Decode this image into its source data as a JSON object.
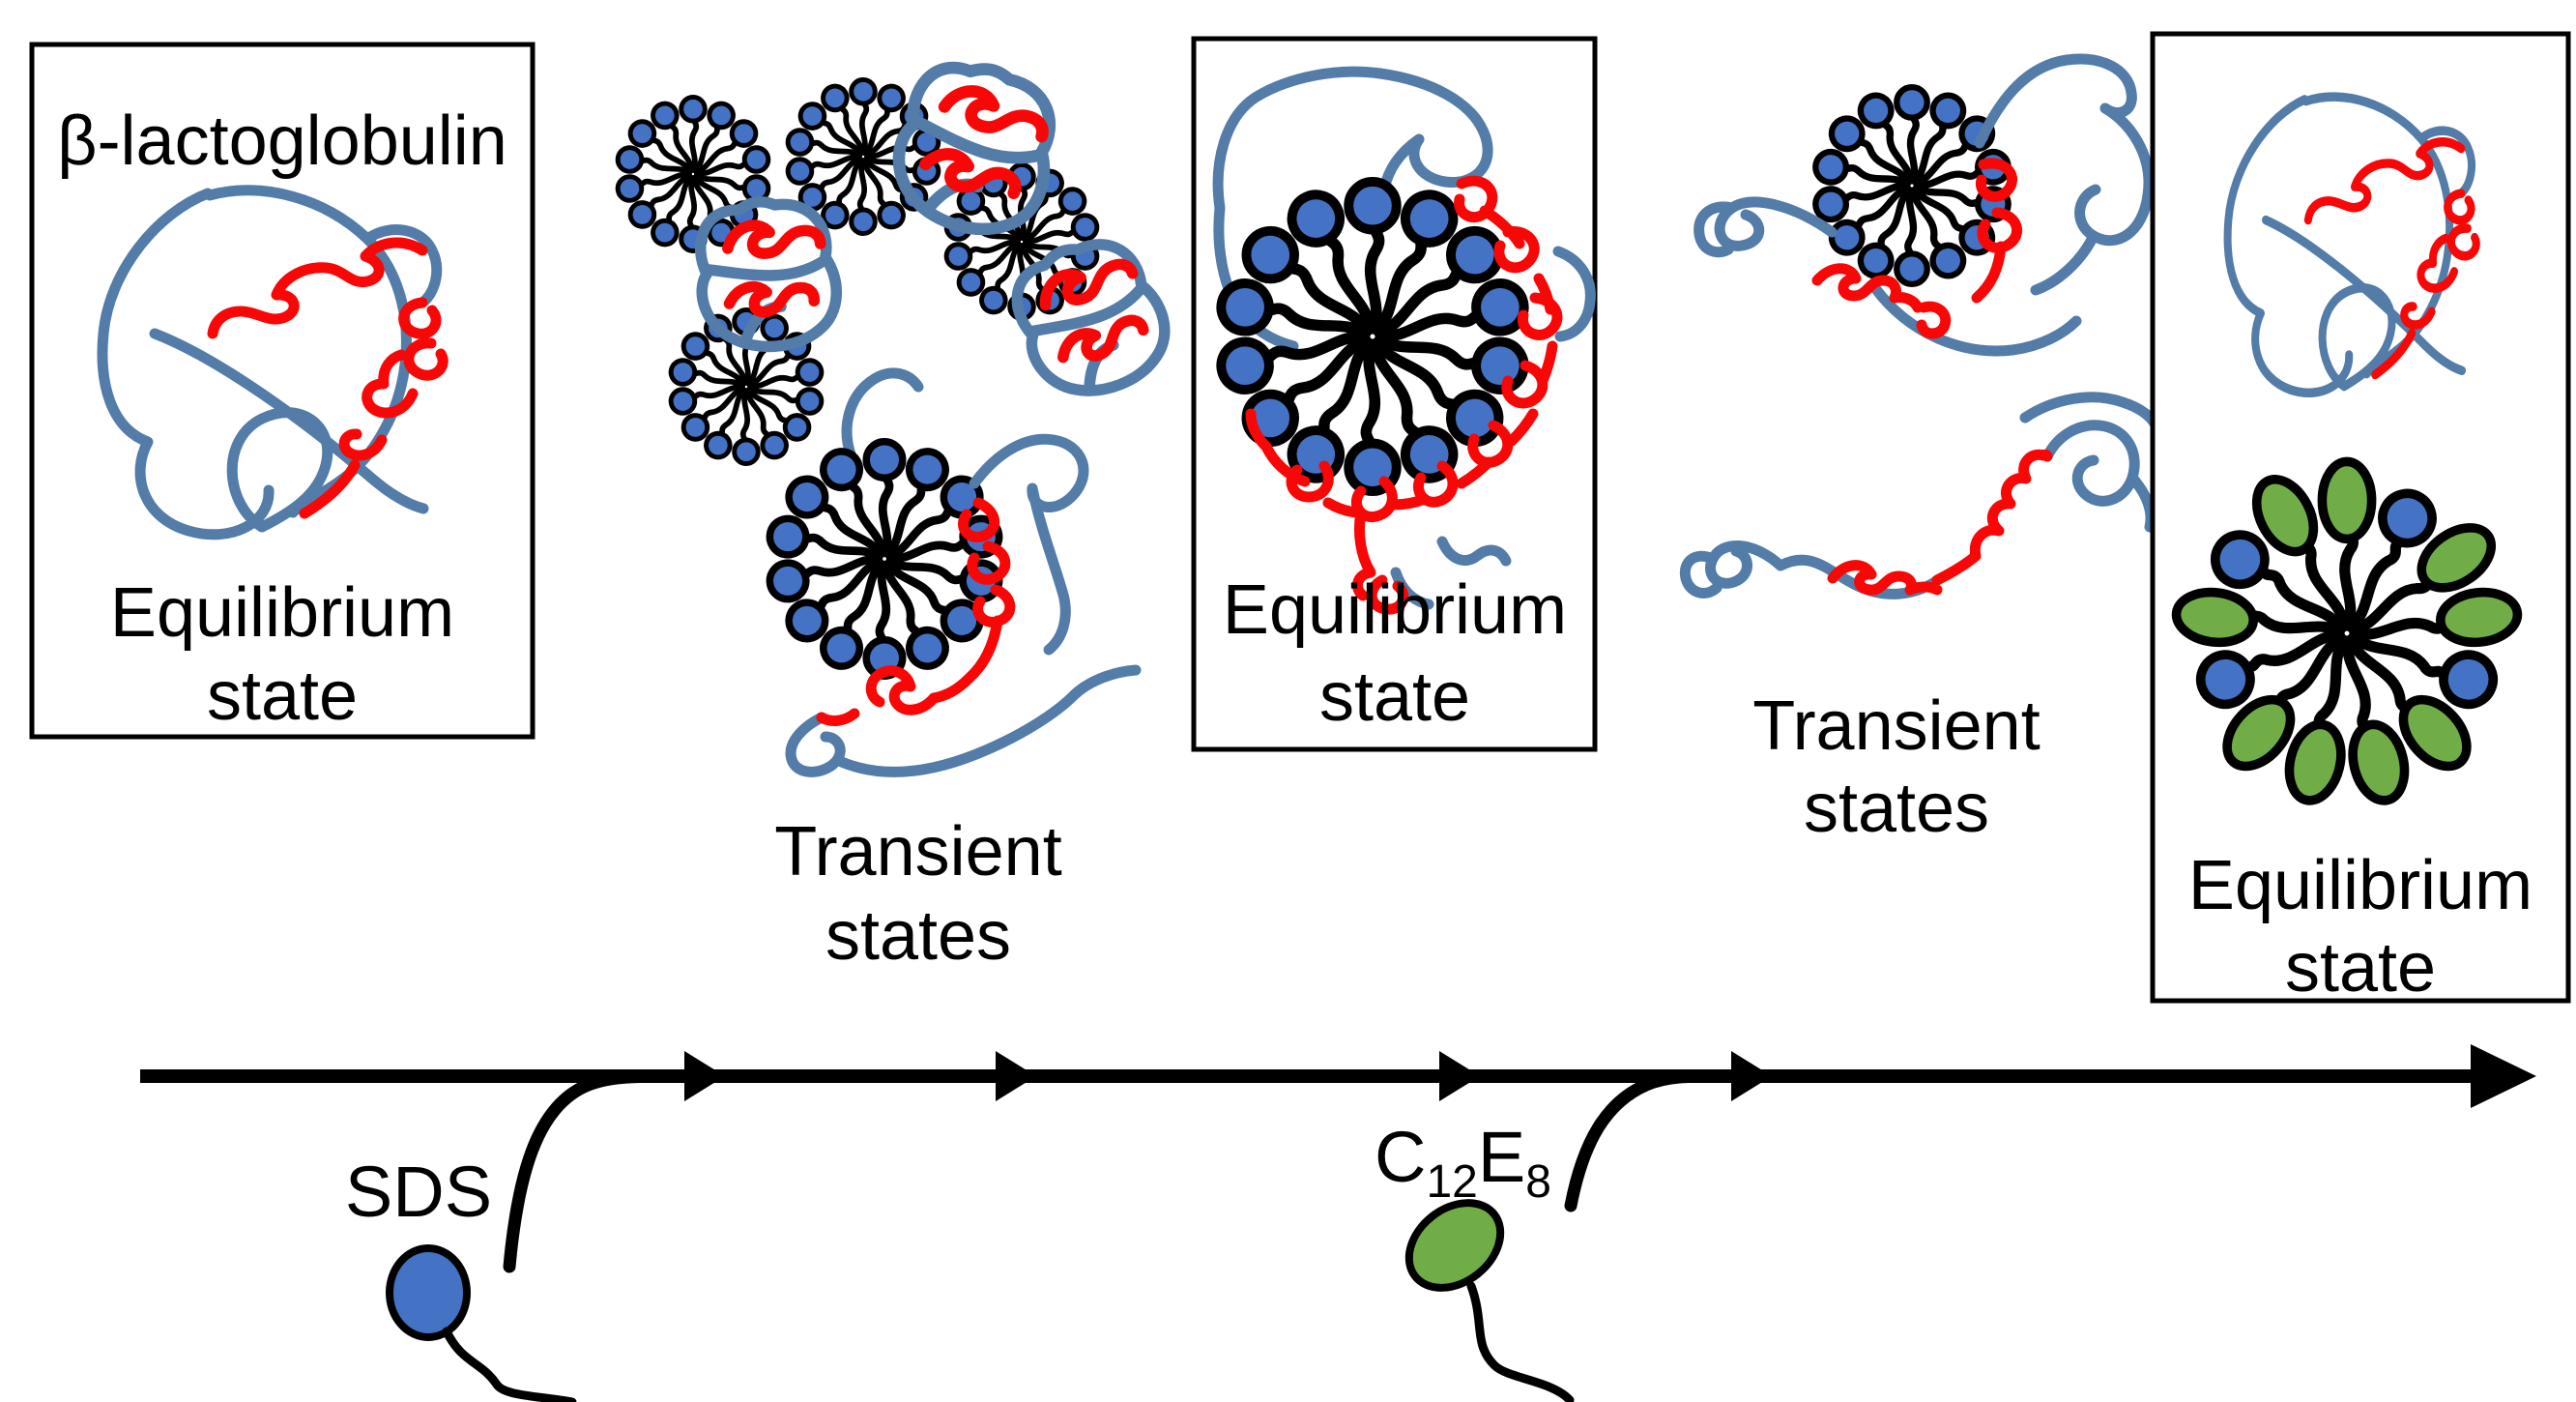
{
  "panels": {
    "native": {
      "title": "β-lactoglobulin",
      "line1": "Equilibrium",
      "line2": "state"
    },
    "sds_transient": {
      "line1": "Transient",
      "line2": "states"
    },
    "sds_equilibrium": {
      "line1": "Equilibrium",
      "line2": "state"
    },
    "c12e8_transient": {
      "line1": "Transient",
      "line2": "states"
    },
    "mixed_equilibrium": {
      "line1": "Equilibrium",
      "line2": "state"
    }
  },
  "timeline": {
    "sds_label": "SDS",
    "c12e8": {
      "base1": "C",
      "sub1": "12",
      "base2": "E",
      "sub2": "8"
    }
  },
  "colors": {
    "protein_strand_blue": "#537CA8",
    "helix_red": "#F90606",
    "sds_head_blue": "#4472C4",
    "c12e8_head_green": "#70AD47",
    "outline_black": "#000000",
    "background": "#FFFFFF"
  }
}
